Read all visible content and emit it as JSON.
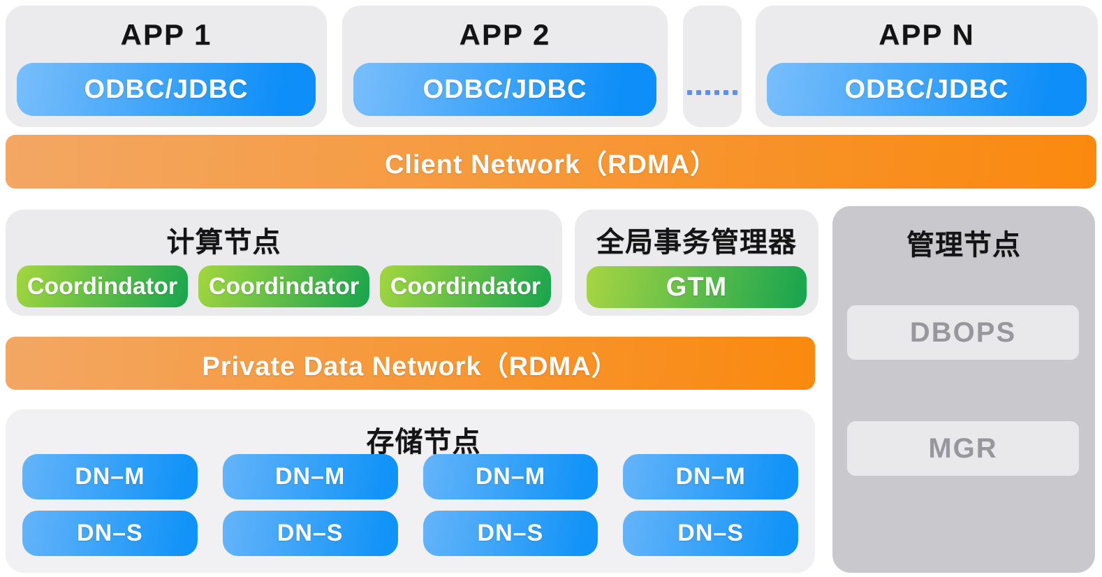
{
  "apps": [
    {
      "title": "APP 1",
      "connector": "ODBC/JDBC"
    },
    {
      "title": "APP 2",
      "connector": "ODBC/JDBC"
    },
    {
      "title": "APP N",
      "connector": "ODBC/JDBC"
    }
  ],
  "ellipsis": {
    "icon": "six-square-dots-ellipsis",
    "dot_count": 6
  },
  "client_network": {
    "label": "Client Network（RDMA）"
  },
  "private_network": {
    "label": "Private Data Network（RDMA）"
  },
  "compute_panel": {
    "title": "计算节点",
    "coordinators": [
      "Coordindator",
      "Coordindator",
      "Coordindator"
    ]
  },
  "gtm_panel": {
    "title": "全局事务管理器",
    "node_label": "GTM"
  },
  "management_panel": {
    "title": "管理节点",
    "dbops_label": "DBOPS",
    "mgr_label": "MGR"
  },
  "storage_panel": {
    "title": "存储节点",
    "master_nodes": [
      "DN–M",
      "DN–M",
      "DN–M",
      "DN–M"
    ],
    "standby_nodes": [
      "DN–S",
      "DN–S",
      "DN–S",
      "DN–S"
    ]
  },
  "colors": {
    "orange_gradient_start": "#f3a763",
    "orange_gradient_end": "#fa890e",
    "blue_gradient_start": "#79befb",
    "blue_gradient_end": "#0d8ef8",
    "green_gradient_start": "#a4d63f",
    "green_gradient_end": "#18a44e",
    "panel_bg": "#ebebee",
    "storage_panel_bg": "#f1f1f4",
    "management_panel_bg": "#c9c9cd",
    "management_item_bg": "#e9e9ec",
    "management_item_text": "#97979d",
    "ellipsis_dot_blue": "#5b90f0"
  }
}
